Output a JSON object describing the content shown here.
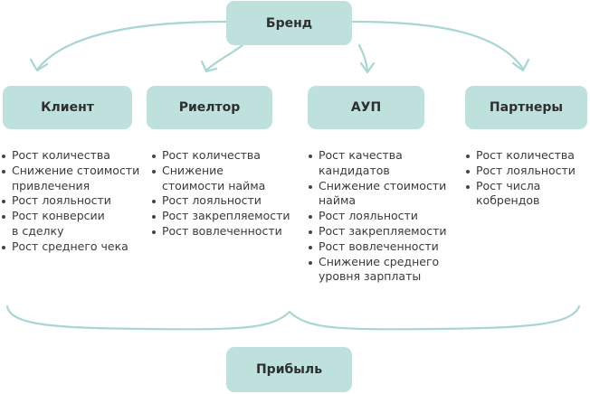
{
  "brand": "Бренд",
  "profit": "Прибыль",
  "colors": {
    "box": "#bfe1de",
    "line": "#a8d6d2",
    "text": "#3a3a3a"
  },
  "groups": [
    {
      "title": "Клиент",
      "items": [
        [
          "Рост количества"
        ],
        [
          "Снижение стоимости",
          "привлечения"
        ],
        [
          "Рост лояльности"
        ],
        [
          "Рост конверсии",
          "в сделку"
        ],
        [
          "Рост среднего чека"
        ]
      ]
    },
    {
      "title": "Риелтор",
      "items": [
        [
          "Рост количества"
        ],
        [
          "Снижение",
          "стоимости найма"
        ],
        [
          "Рост лояльности"
        ],
        [
          "Рост закрепляемости"
        ],
        [
          "Рост вовлеченности"
        ]
      ]
    },
    {
      "title": "АУП",
      "items": [
        [
          "Рост качества",
          "кандидатов"
        ],
        [
          "Снижение стоимости",
          "найма"
        ],
        [
          "Рост лояльности"
        ],
        [
          "Рост закрепляемости"
        ],
        [
          "Рост вовлеченности"
        ],
        [
          "Снижение среднего",
          "уровня зарплаты"
        ]
      ]
    },
    {
      "title": "Партнеры",
      "items": [
        [
          "Рост количества"
        ],
        [
          "Рост лояльности"
        ],
        [
          "Рост числа",
          "кобрендов"
        ]
      ]
    }
  ]
}
